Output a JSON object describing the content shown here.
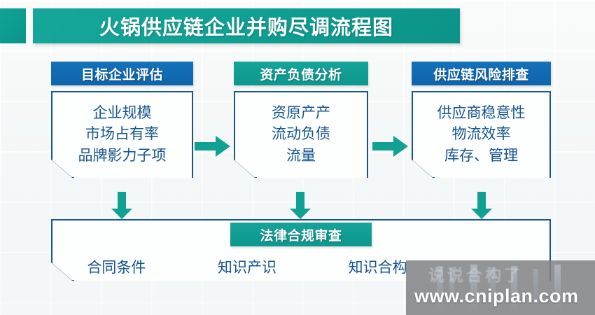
{
  "title": {
    "text": "火锅供应链企业并购尽调流程图",
    "bar_color": "#0f9f93",
    "tab_color": "#0d9c90"
  },
  "columns": [
    {
      "header": "目标企业评估",
      "header_color": "#0f64ab",
      "items": [
        "企业规模",
        "市场占有率",
        "品牌影力子项"
      ]
    },
    {
      "header": "资产负债分析",
      "header_color": "#0d978d",
      "items": [
        "资原产产",
        "流动负债",
        "流量"
      ]
    },
    {
      "header": "供应链风险排查",
      "header_color": "#0f64ab",
      "items": [
        "供应商稳意性",
        "物流效率",
        "库存、管理"
      ]
    }
  ],
  "bottom": {
    "header": "法律合规审查",
    "header_color": "#0d978d",
    "items": [
      "合同条件",
      "知识产识",
      "知识合构"
    ]
  },
  "arrows": {
    "color": "#11a192",
    "right_1": "arrow-right-icon",
    "right_2": "arrow-right-icon",
    "down_1": "arrow-down-icon",
    "down_2": "arrow-down-icon",
    "down_3": "arrow-down-icon"
  },
  "watermark": {
    "url": "www.cniplan.com",
    "ghost_text": "说说合构了",
    "overlay_color": "#808285"
  },
  "theme": {
    "box_border": "#17558c",
    "box_fill": "#fdfefe",
    "body_text": "#16538c",
    "background": "#f3f6f6"
  }
}
